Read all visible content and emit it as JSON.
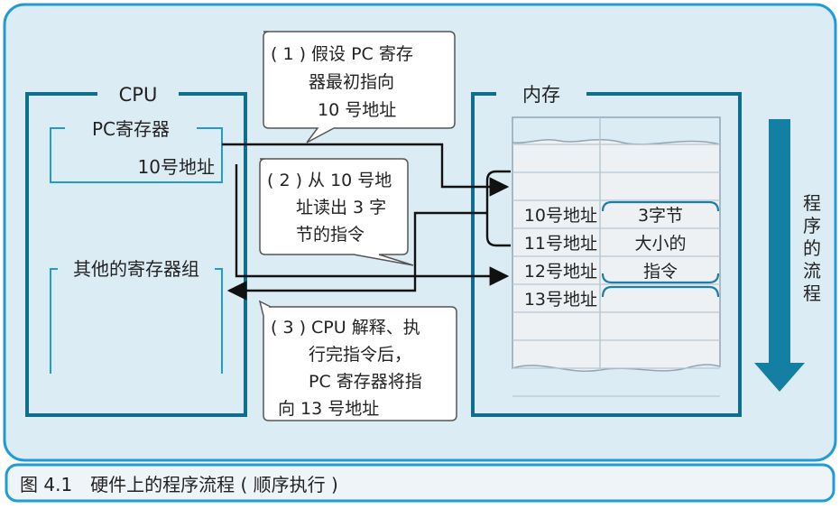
{
  "cpu": {
    "title": "CPU",
    "pc_register": {
      "label": "PC寄存器",
      "value": "10号地址"
    },
    "other_registers": {
      "label": "其他的寄存器组"
    }
  },
  "memory": {
    "title": "内存",
    "rows": [
      {
        "address": "",
        "content": ""
      },
      {
        "address": "",
        "content": ""
      },
      {
        "address": "10号地址",
        "content": "3字节"
      },
      {
        "address": "11号地址",
        "content": "大小的"
      },
      {
        "address": "12号地址",
        "content": "指令"
      },
      {
        "address": "13号地址",
        "content": ""
      },
      {
        "address": "",
        "content": ""
      },
      {
        "address": "",
        "content": ""
      },
      {
        "address": "",
        "content": ""
      },
      {
        "address": "",
        "content": ""
      }
    ]
  },
  "callouts": [
    {
      "id": "step-1",
      "lines": [
        "( 1 ) 假设 PC 寄存",
        "器最初指向",
        "10 号地址"
      ]
    },
    {
      "id": "step-2",
      "lines": [
        "( 2 ) 从 10 号地",
        "址读出 3 字",
        "节的指令"
      ]
    },
    {
      "id": "step-3",
      "lines": [
        "( 3 ) CPU 解释、执",
        "行完指令后，",
        "PC 寄存器将指",
        "向 13 号地址"
      ]
    }
  ],
  "flow_label": [
    "程",
    "序",
    "的",
    "流",
    "程"
  ],
  "caption": "图 4.1　硬件上的程序流程 ( 顺序执行 )",
  "colors": {
    "panel_bg": "#dcecf5",
    "frame_blue": "#1f9bd7",
    "box_teal": "#0e6f8d",
    "arrow_teal": "#137fa3",
    "memory_bg": "#eef1f4",
    "grid": "#b8c7d2",
    "highlight": "#1c7fa8"
  }
}
